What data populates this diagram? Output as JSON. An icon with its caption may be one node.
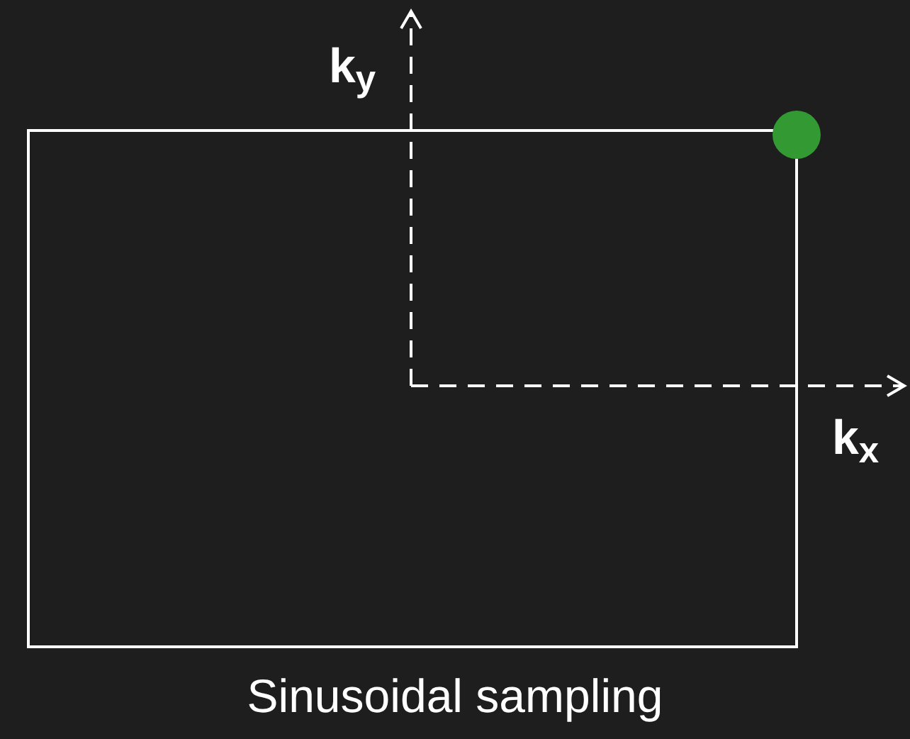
{
  "diagram": {
    "caption": "Sinusoidal sampling",
    "labels": [
      "k$_{y}$",
      "k$_{x}$"
    ]
  }
}
